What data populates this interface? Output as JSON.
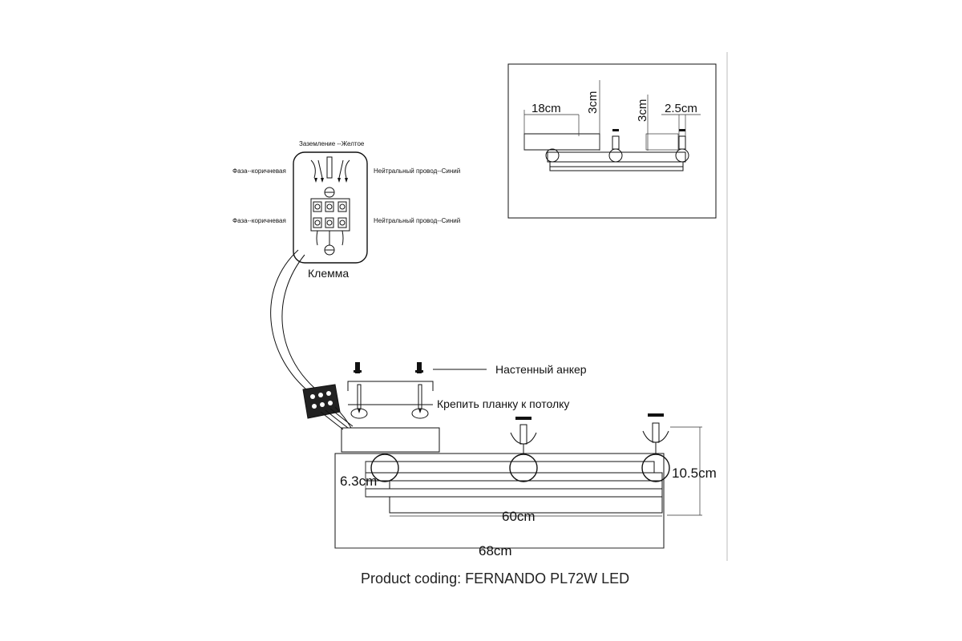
{
  "wiring": {
    "ground_label": "Заземление --Желтое",
    "phase_label_top": "Фаза--коричневая",
    "neutral_label_top": "Нейтральный провод--Синий",
    "phase_label_bottom": "Фаза--коричневая",
    "neutral_label_bottom": "Нейтральный провод--Синий",
    "terminal_label": "Клемма"
  },
  "mounting": {
    "anchor_label": "Настенный анкер",
    "bracket_label": "Крепить планку к потолку"
  },
  "dimensions": {
    "height_left": "6.3cm",
    "height_right": "10.5cm",
    "inner_width": "60cm",
    "outer_width": "68cm"
  },
  "inset": {
    "width_18": "18cm",
    "height_3a": "3cm",
    "height_3b": "3cm",
    "width_25": "2.5cm"
  },
  "footer": {
    "product_coding": "Product coding: FERNANDO PL72W LED"
  }
}
